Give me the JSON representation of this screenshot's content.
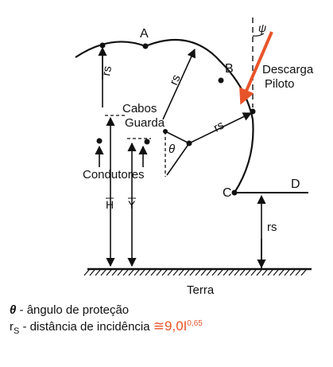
{
  "labels": {
    "point_a": "A",
    "point_b": "B",
    "point_c": "C",
    "point_d": "D",
    "rs": "rs",
    "theta": "θ",
    "psi": "ψ",
    "discharge_line1": "Descarga",
    "discharge_line2": "Piloto",
    "guard_line1": "Cabos",
    "guard_line2": "Guarda",
    "conductors": "Condutores",
    "h_bar": "H",
    "y_bar": "Y",
    "ground": "Terra"
  },
  "legend": {
    "theta_symbol": "θ",
    "theta_text": " - ângulo de proteção",
    "rs_symbol": "r",
    "rs_sub": "S",
    "rs_text": " - distância de incidência ",
    "formula_main": "≅9,0I",
    "formula_exp": "0,65"
  },
  "colors": {
    "ink": "#111111",
    "leader_arrow": "#e8542a"
  }
}
